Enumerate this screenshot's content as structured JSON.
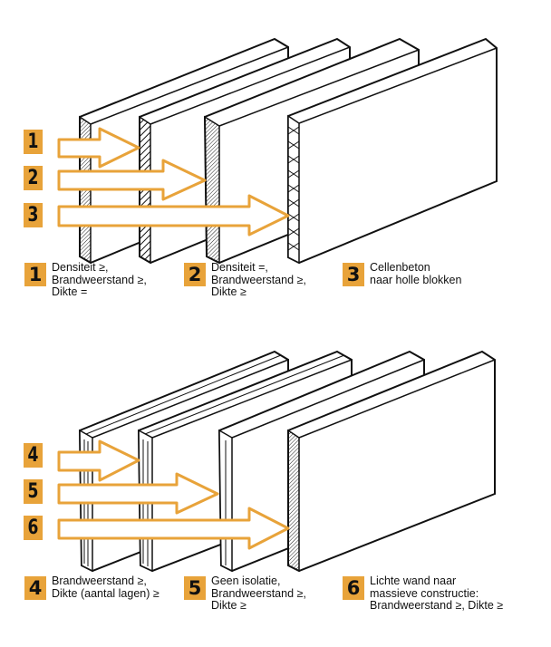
{
  "colors": {
    "accent": "#e8a33a",
    "ink": "#111111",
    "background": "#ffffff"
  },
  "top_panel": {
    "arrows": [
      {
        "number": "1",
        "target_wall": 2
      },
      {
        "number": "2",
        "target_wall": 3
      },
      {
        "number": "3",
        "target_wall": 4
      }
    ],
    "walls": [
      {
        "edge": "hatched-dense"
      },
      {
        "edge": "hatched-diagonal"
      },
      {
        "edge": "hatched-dense"
      },
      {
        "edge": "hollow-cells"
      }
    ],
    "legend": [
      {
        "number": "1",
        "text": "Densiteit ≥,\nBrandweerstand ≥,\nDikte ="
      },
      {
        "number": "2",
        "text": "Densiteit =,\nBrandweerstand ≥,\nDikte ≥"
      },
      {
        "number": "3",
        "text": "Cellenbeton\nnaar holle blokken"
      }
    ]
  },
  "bottom_panel": {
    "arrows": [
      {
        "number": "4",
        "target_wall": 2
      },
      {
        "number": "5",
        "target_wall": 3
      },
      {
        "number": "6",
        "target_wall": 4
      }
    ],
    "walls": [
      {
        "edge": "layered-insulated"
      },
      {
        "edge": "layered-insulated"
      },
      {
        "edge": "layered-single"
      },
      {
        "edge": "hatched-dense"
      }
    ],
    "legend": [
      {
        "number": "4",
        "text": "Brandweerstand ≥,\nDikte (aantal lagen) ≥"
      },
      {
        "number": "5",
        "text": "Geen isolatie,\nBrandweerstand ≥,\nDikte ≥"
      },
      {
        "number": "6",
        "text": "Lichte wand naar\nmassieve constructie:\nBrandweerstand ≥, Dikte ≥"
      }
    ]
  }
}
